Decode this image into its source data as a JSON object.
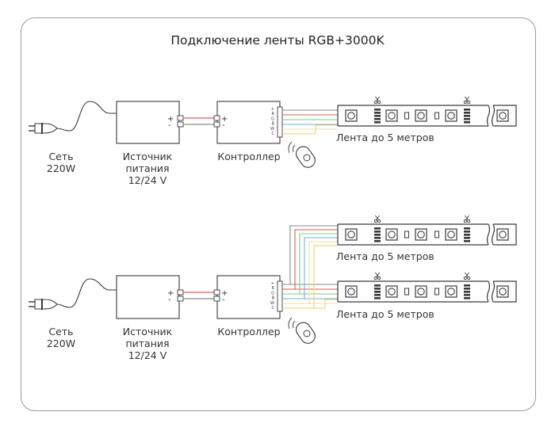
{
  "title": "Подключение ленты RGB+3000K",
  "labels": {
    "network_line1": "Сеть",
    "network_line2": "220W",
    "psu_line1": "Источник",
    "psu_line2": "питания",
    "psu_line3": "12/24 V",
    "controller": "Контроллер",
    "strip": "Лента до 5 метров",
    "plus": "+",
    "minus": "-",
    "controller_pins": [
      "+",
      "R",
      "G",
      "B",
      "W",
      "C"
    ]
  },
  "wire_colors": {
    "red": "#e05a5a",
    "gray": "#8a8a8a",
    "green": "#7fcf7a",
    "blue": "#6fb2e0",
    "cream": "#e8dfb0",
    "yellow": "#f2d15a",
    "black": "#3a3a3a"
  },
  "icons": {
    "plug": "power-plug-icon",
    "scissors": "scissors-icon",
    "remote": "remote-control-icon",
    "led": "led-chip-icon"
  }
}
